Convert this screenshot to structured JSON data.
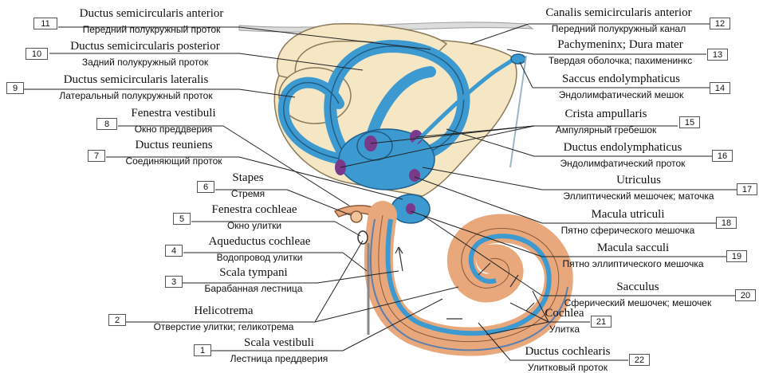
{
  "labels": [
    {
      "num": "11",
      "latin": "Ductus semicircularis anterior",
      "russian": "Передний полукружный проток"
    },
    {
      "num": "10",
      "latin": "Ductus semicircularis posterior",
      "russian": "Задний полукружный проток"
    },
    {
      "num": "9",
      "latin": "Ductus semicircularis lateralis",
      "russian": "Латеральный полукружный проток"
    },
    {
      "num": "8",
      "latin": "Fenestra vestibuli",
      "russian": "Окно преддверия"
    },
    {
      "num": "7",
      "latin": "Ductus reuniens",
      "russian": "Соединяющий проток"
    },
    {
      "num": "6",
      "latin": "Stapes",
      "russian": "Стремя"
    },
    {
      "num": "5",
      "latin": "Fenestra cochleae",
      "russian": "Окно улитки"
    },
    {
      "num": "4",
      "latin": "Aqueductus cochleae",
      "russian": "Водопровод улитки"
    },
    {
      "num": "3",
      "latin": "Scala tympani",
      "russian": "Барабанная лестница"
    },
    {
      "num": "2",
      "latin": "Helicotrema",
      "russian": "Отверстие улитки; геликотрема"
    },
    {
      "num": "1",
      "latin": "Scala vestibuli",
      "russian": "Лестница преддверия"
    },
    {
      "num": "12",
      "latin": "Canalis semicircularis anterior",
      "russian": "Передний полукружный канал"
    },
    {
      "num": "13",
      "latin": "Pachymeninx; Dura mater",
      "russian": "Твердая оболочка; пахименинкс"
    },
    {
      "num": "14",
      "latin": "Saccus endolymphaticus",
      "russian": "Эндолимфатический мешок"
    },
    {
      "num": "15",
      "latin": "Crista ampullaris",
      "russian": "Ампулярный гребешок"
    },
    {
      "num": "16",
      "latin": "Ductus endolymphaticus",
      "russian": "Эндолимфатический проток"
    },
    {
      "num": "17",
      "latin": "Utriculus",
      "russian": "Эллиптический мешочек; маточка"
    },
    {
      "num": "18",
      "latin": "Macula utriculi",
      "russian": "Пятно сферического мешочка"
    },
    {
      "num": "19",
      "latin": "Macula sacculi",
      "russian": "Пятно эллиптического мешочка"
    },
    {
      "num": "20",
      "latin": "Sacculus",
      "russian": "Сферический мешочек; мешочек"
    },
    {
      "num": "21",
      "latin": "Cochlea",
      "russian": "Улитка"
    },
    {
      "num": "22",
      "latin": "Ductus cochlearis",
      "russian": "Улитковый проток"
    }
  ],
  "colors": {
    "membranous_labyrinth": "#3d9ad1",
    "bony_labyrinth": "#f5e6c4",
    "cochlea_perilymph": "#e8a87c",
    "sensory_epithelium": "#7a3a8c",
    "leader_lines": "#222222",
    "bone_outline": "#8a7a5a"
  }
}
